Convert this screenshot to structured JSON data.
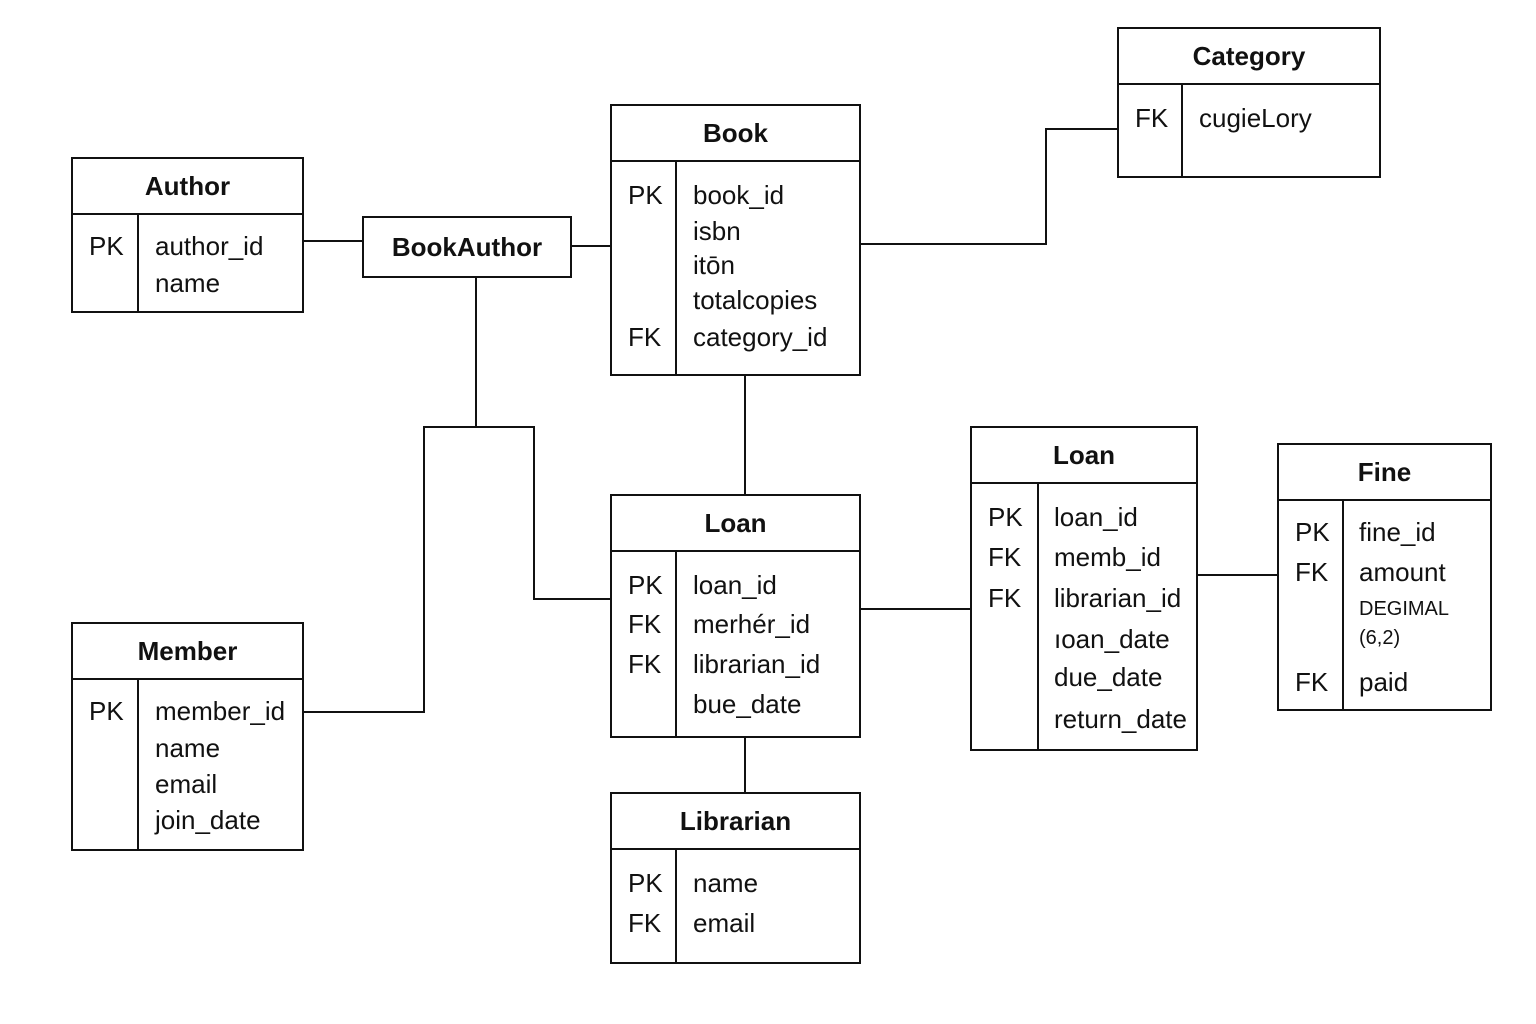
{
  "entities": {
    "author": {
      "title": "Author",
      "rows": [
        {
          "key": "PK",
          "field": "author_id"
        },
        {
          "key": "",
          "field": "name"
        }
      ]
    },
    "bookauthor": {
      "title": "BookAuthor"
    },
    "book": {
      "title": "Book",
      "rows": [
        {
          "key": "PK",
          "field": "book_id"
        },
        {
          "key": "",
          "field": "isbn"
        },
        {
          "key": "",
          "field": "itōn"
        },
        {
          "key": "",
          "field": "totalcopies"
        },
        {
          "key": "FK",
          "field": "category_id"
        }
      ]
    },
    "category": {
      "title": "Category",
      "rows": [
        {
          "key": "FK",
          "field": "cugieLory"
        }
      ]
    },
    "loan_center": {
      "title": "Loan",
      "rows": [
        {
          "key": "PK",
          "field": "loan_id"
        },
        {
          "key": "FK",
          "field": "merhér_id"
        },
        {
          "key": "FK",
          "field": "librarian_id"
        },
        {
          "key": "",
          "field": "bue_date"
        }
      ]
    },
    "loan_right": {
      "title": "Loan",
      "rows": [
        {
          "key": "PK",
          "field": "loan_id"
        },
        {
          "key": "FK",
          "field": "memb_id"
        },
        {
          "key": "FK",
          "field": "librarian_id"
        },
        {
          "key": "",
          "field": "ıoan_date"
        },
        {
          "key": "",
          "field": "due_date"
        },
        {
          "key": "",
          "field": "return_date"
        }
      ]
    },
    "fine": {
      "title": "Fine",
      "rows": [
        {
          "key": "PK",
          "field": "fine_id"
        },
        {
          "key": "FK",
          "field": "amount"
        },
        {
          "key": "",
          "field": "DEGIMAL"
        },
        {
          "key": "",
          "field": "(6,2)"
        },
        {
          "key": "FK",
          "field": "paid"
        }
      ]
    },
    "member": {
      "title": "Member",
      "rows": [
        {
          "key": "PK",
          "field": "member_id"
        },
        {
          "key": "",
          "field": "name"
        },
        {
          "key": "",
          "field": "email"
        },
        {
          "key": "",
          "field": "join_date"
        }
      ]
    },
    "librarian": {
      "title": "Librarian",
      "rows": [
        {
          "key": "PK",
          "field": "name"
        },
        {
          "key": "FK",
          "field": "email"
        }
      ]
    }
  },
  "colors": {
    "stroke": "#111111",
    "background": "#ffffff"
  }
}
